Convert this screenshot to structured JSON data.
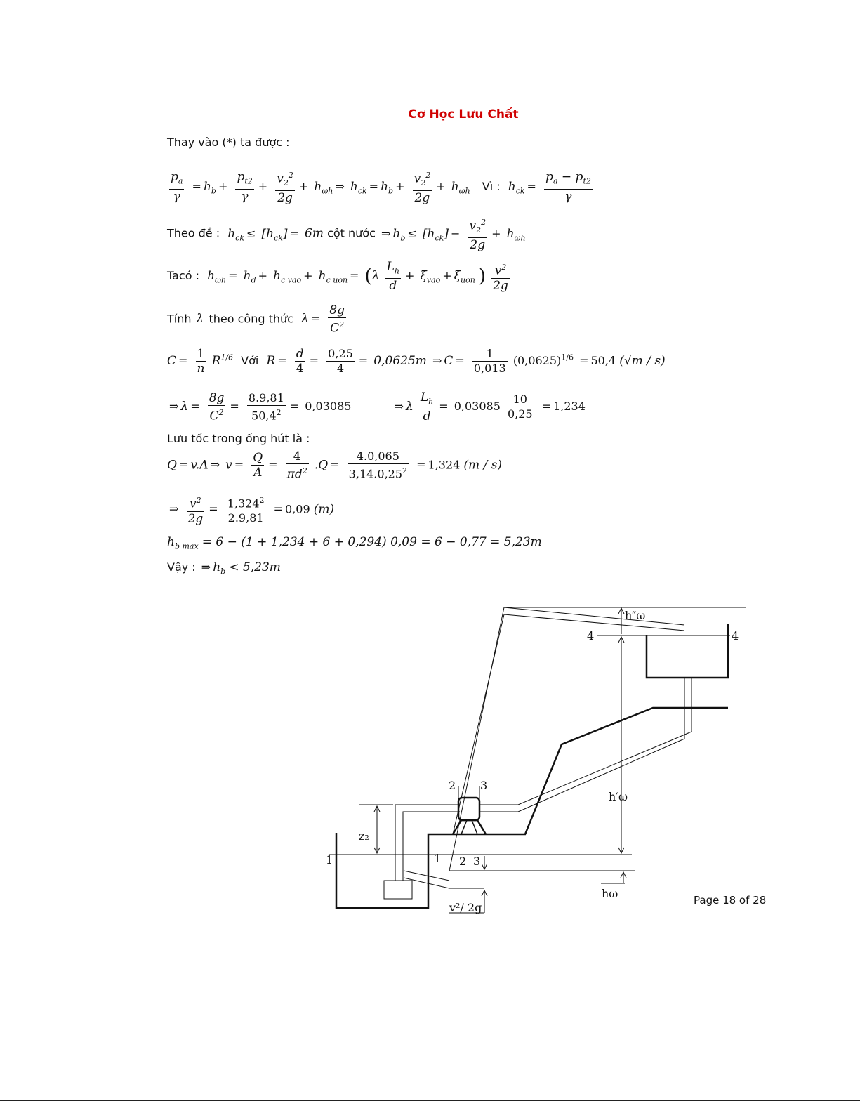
{
  "header": {
    "title": "Cơ Học Lưu Chất"
  },
  "text": {
    "l1": "Thay vào (*) ta được :",
    "vi": "Vì :",
    "theo_de": "Theo đề :",
    "cot_nuoc": "cột nước",
    "taco": "Tacó :",
    "tinh": "Tính",
    "theo_cong_thuc": "theo công thức",
    "voi": "Với",
    "luu_toc": "Lưu tốc trong ống hút là :",
    "vay": "Vậy :"
  },
  "math": {
    "hck_limit": "6m",
    "R_value": "0,0625m",
    "R_frac_num": "0,25",
    "C_frac_den": "0,013",
    "C_paren": "(0,0625)",
    "C_result": "50,4",
    "lambda_num": "8.9,81",
    "lambda_den": "50,4",
    "lambda_result": "0,03085",
    "lambdaL_mult": "0,03085",
    "lambdaL_num": "10",
    "lambdaL_den": "0,25",
    "lambdaL_result": "1,234",
    "Q_num": "4.0,065",
    "Q_den": "3,14.0,25",
    "v_result": "1,324",
    "v_unit": "(m / s)",
    "head_num": "1,324",
    "head_den": "2.9,81",
    "head_result": "0,09",
    "head_unit": "(m)",
    "hb_expr": "= 6 − (1 + 1,234 + 6 + 0,294) 0,09 = 6 − 0,77 = 5,23m",
    "final": "< 5,23m"
  },
  "diagram": {
    "labels": {
      "n1a": "1",
      "n1b": "1",
      "n2a": "2",
      "n2b": "2",
      "n3a": "3",
      "n3b": "3",
      "n4a": "4",
      "n4b": "4",
      "z2": "z₂",
      "hw_top": "h″ω",
      "hw_mid": "h′ω",
      "hw_bot": "hω",
      "v2g": "v²/ 2g"
    }
  },
  "footer": {
    "page": "Page 18 of 28"
  }
}
